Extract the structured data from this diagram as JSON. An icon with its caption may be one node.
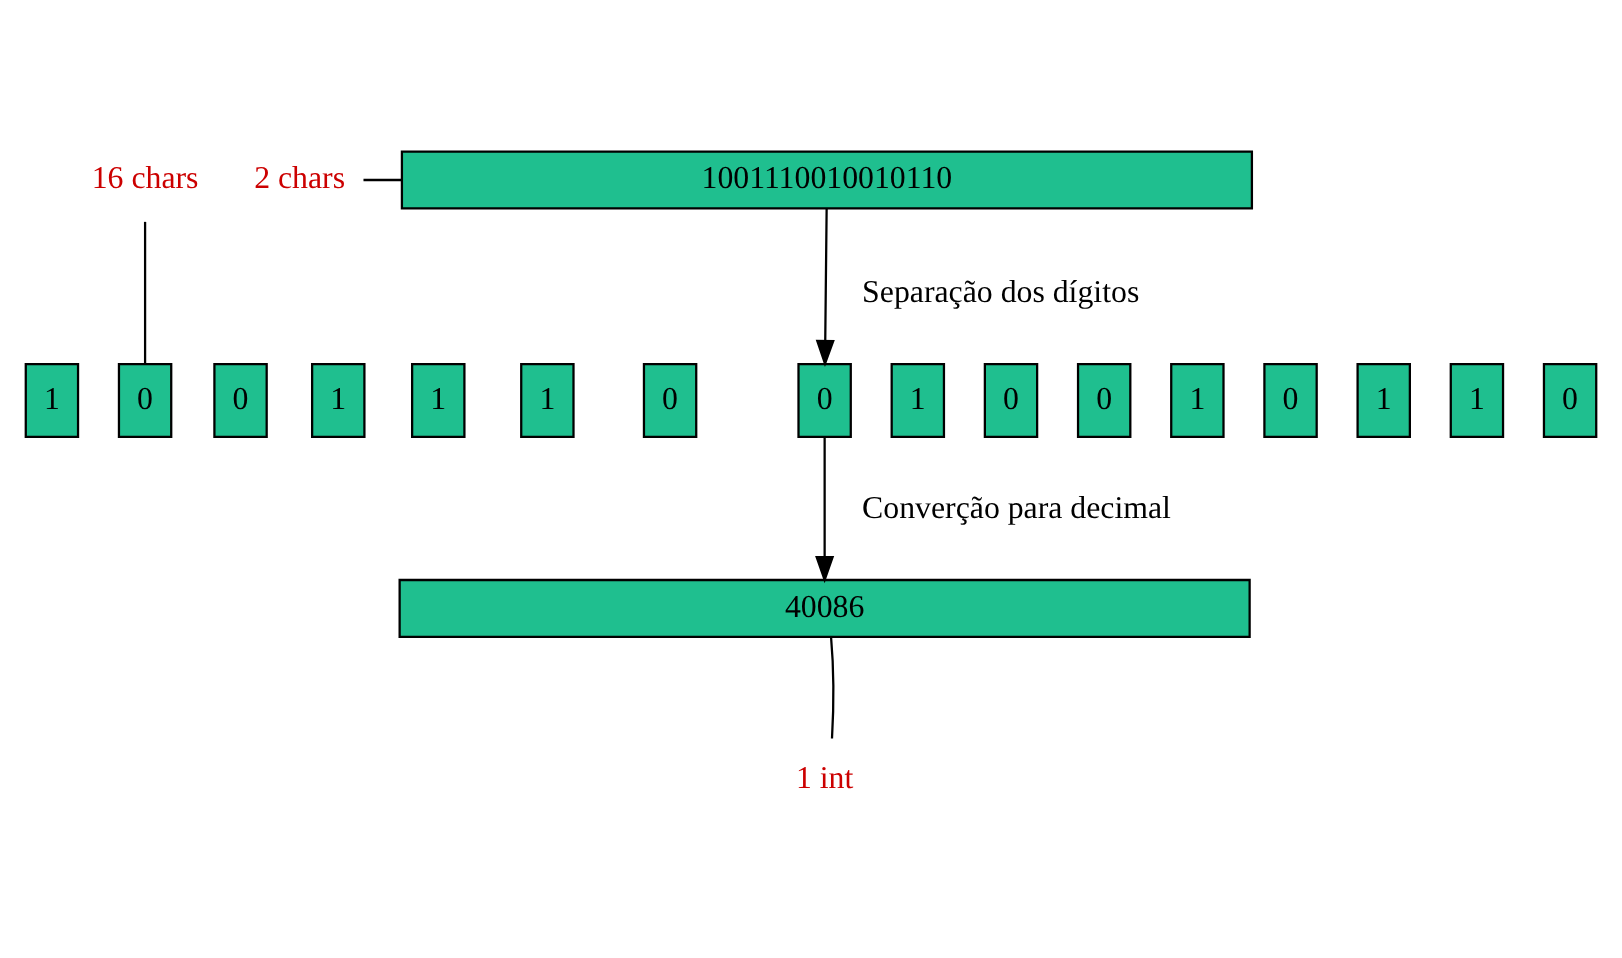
{
  "diagram": {
    "nodes": [
      {
        "text": [
          "1001110010010110"
        ]
      },
      {
        "text": [
          "1"
        ]
      },
      {
        "text": [
          "0"
        ]
      },
      {
        "text": [
          "0"
        ]
      },
      {
        "text": [
          "1"
        ]
      },
      {
        "text": [
          "1"
        ]
      },
      {
        "text": [
          "1"
        ]
      },
      {
        "text": [
          "0"
        ]
      },
      {
        "text": [
          "0"
        ]
      },
      {
        "text": [
          "1"
        ]
      },
      {
        "text": [
          "0"
        ]
      },
      {
        "text": [
          "0"
        ]
      },
      {
        "text": [
          "1"
        ]
      },
      {
        "text": [
          "0"
        ]
      },
      {
        "text": [
          "1"
        ]
      },
      {
        "text": [
          "1"
        ]
      },
      {
        "text": [
          "0"
        ]
      },
      {
        "text": [
          "40086"
        ]
      },
      {
        "text": [
          "2 chars"
        ]
      },
      {
        "text": [
          "16 chars"
        ]
      },
      {
        "text": [
          "1 int"
        ]
      }
    ],
    "edges": [
      {
        "from": 18,
        "to": 0,
        "arrow": "none"
      },
      {
        "from": 0,
        "to": 8,
        "arrow": "to",
        "label": "Separação dos dígitos"
      },
      {
        "from": 19,
        "to": 2,
        "arrow": "none"
      },
      {
        "from": 8,
        "to": 17,
        "arrow": "to",
        "label": "Converção para decimal"
      },
      {
        "from": 20,
        "to": 17,
        "arrow": "none"
      }
    ]
  }
}
